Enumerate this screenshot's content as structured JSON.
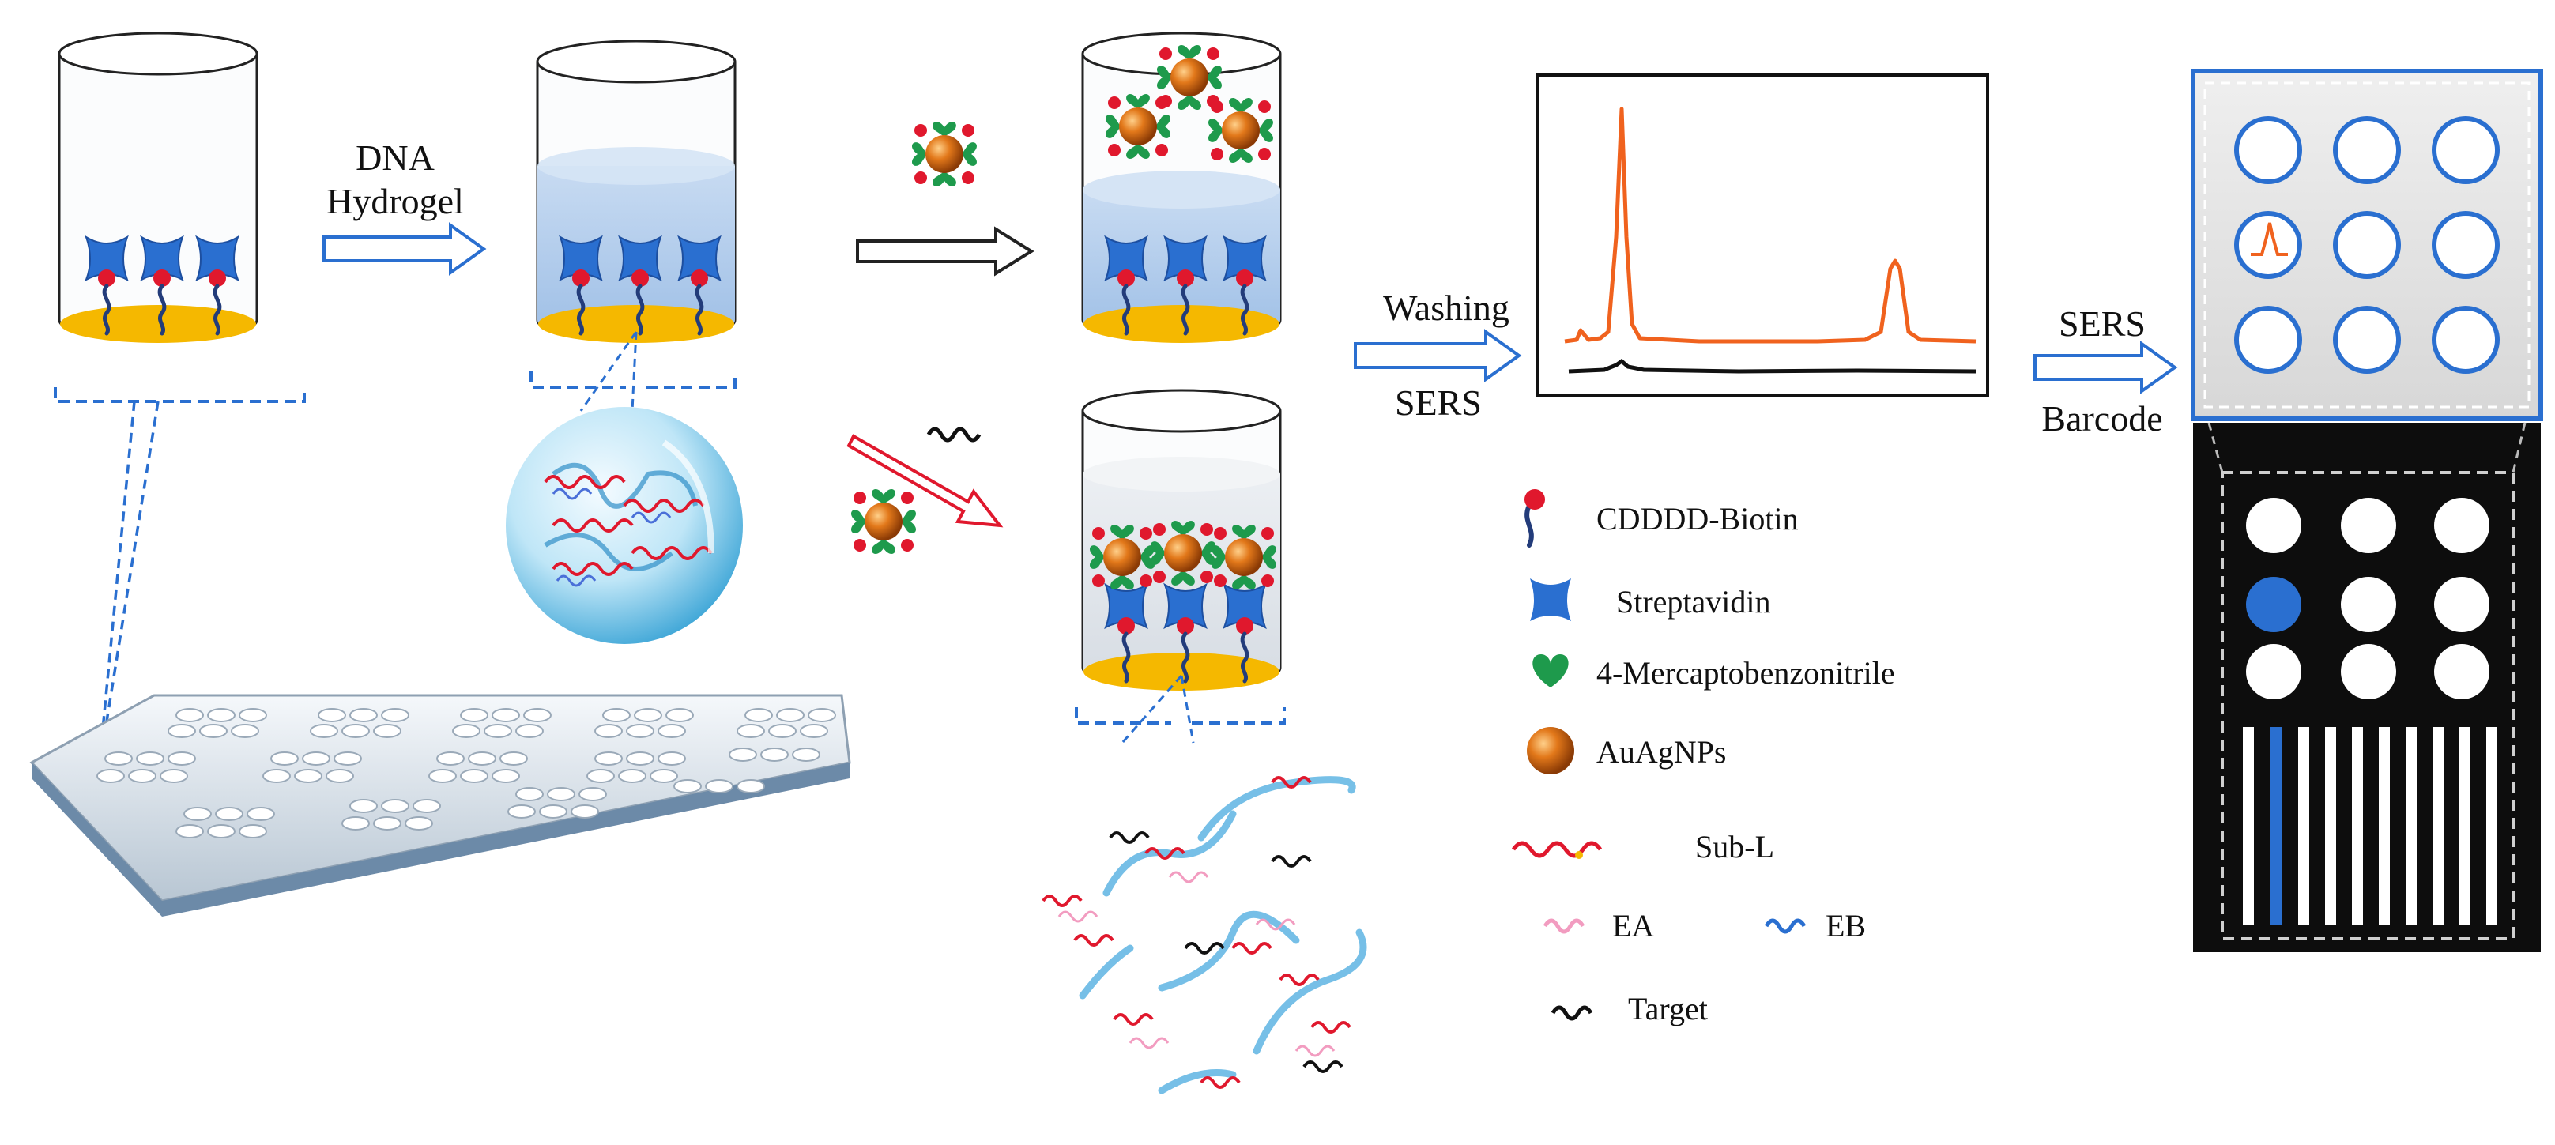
{
  "arrows": {
    "hydrogel_label_line1": "DNA",
    "hydrogel_label_line2": "Hydrogel",
    "washing_label": "Washing",
    "sers_label": "SERS",
    "barcode_label_line1": "SERS",
    "barcode_label_line2": "Barcode"
  },
  "legend": {
    "items": [
      {
        "icon": "biotin-probe-icon",
        "label": "CDDDD-Biotin"
      },
      {
        "icon": "streptavidin-icon",
        "label": "Streptavidin"
      },
      {
        "icon": "heart-icon",
        "label": "4-Mercaptobenzonitrile"
      },
      {
        "icon": "nanoparticle-icon",
        "label": "AuAgNPs"
      },
      {
        "icon": "sub-l-strand-icon",
        "label": "Sub-L"
      },
      {
        "icon": "ea-strand-icon",
        "label": "EA"
      },
      {
        "icon": "eb-strand-icon",
        "label": "EB"
      },
      {
        "icon": "target-strand-icon",
        "label": "Target"
      }
    ]
  },
  "colors": {
    "gold": "#f5b800",
    "hydrogel_blue": "#b9d3ee",
    "streptavidin_blue": "#2a6fd0",
    "biotin_red": "#e0182d",
    "spectrum_orange": "#f0621e",
    "spectrum_black": "#111111",
    "particle_orange": "#e2781a",
    "ligand_green": "#1e9a4c",
    "barcode_panel": "#0d0d0d",
    "chip_gray": "#e4e4e4"
  }
}
